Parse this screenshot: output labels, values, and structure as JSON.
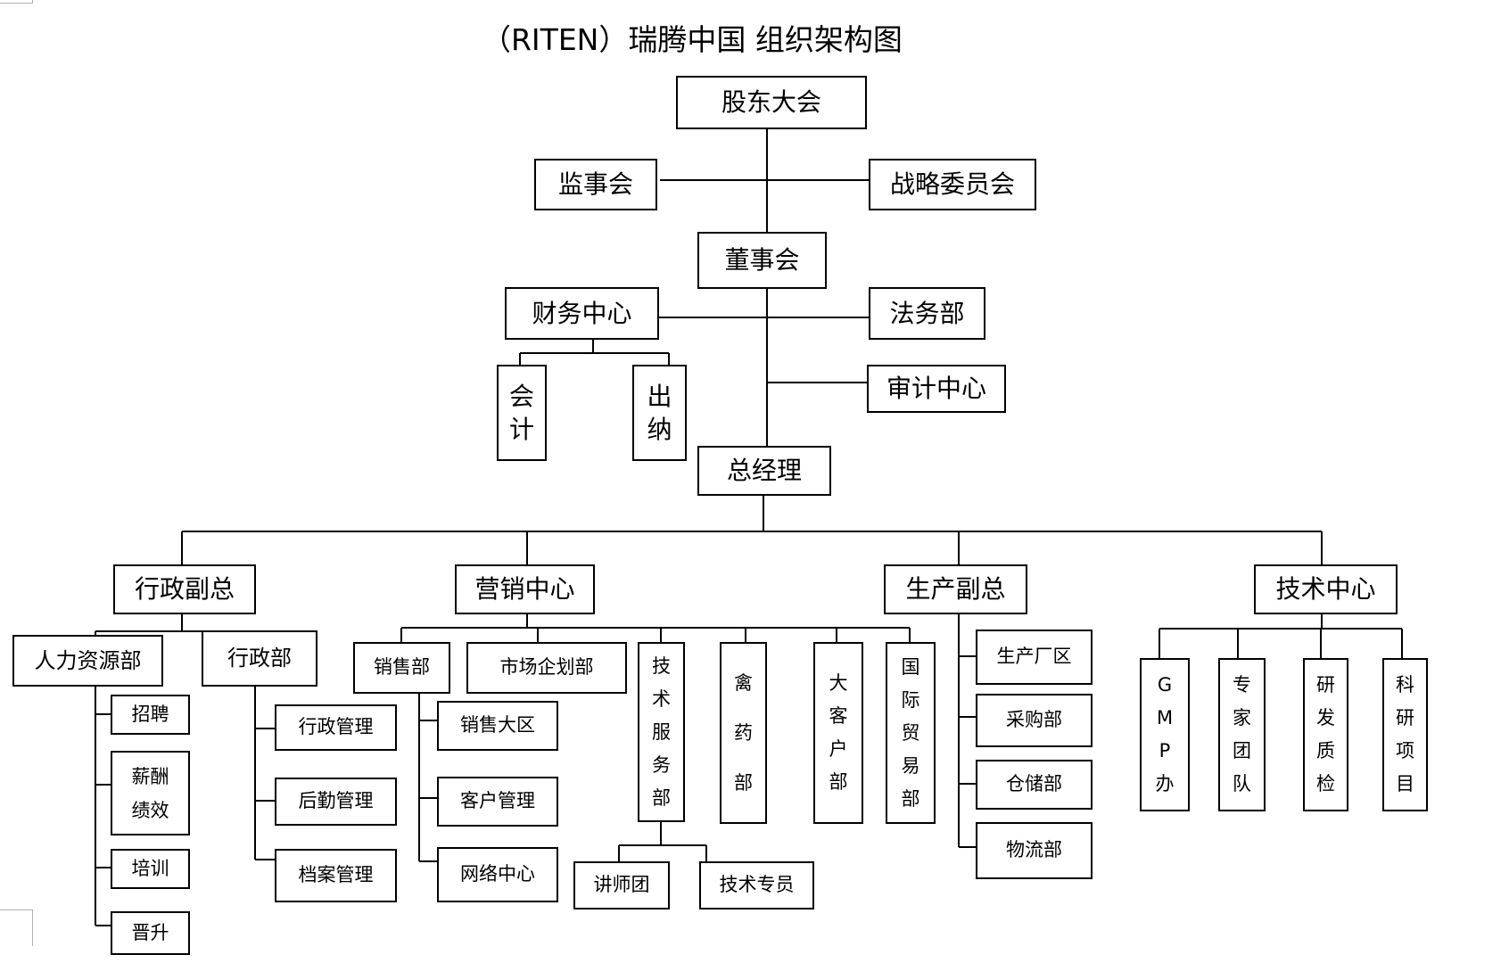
{
  "title": "（RITEN）瑞腾中国 组织架构图",
  "nodes": {
    "shareholders": "股东大会",
    "supervisory_board": "监事会",
    "strategy_committee": "战略委员会",
    "board": "董事会",
    "finance_center": "财务中心",
    "legal": "法务部",
    "accounting": "会计",
    "cashier": "出纳",
    "audit_center": "审计中心",
    "general_manager": "总经理",
    "admin_vp": "行政副总",
    "marketing_center": "营销中心",
    "production_vp": "生产副总",
    "tech_center": "技术中心",
    "hr_dept": "人力资源部",
    "admin_dept": "行政部",
    "recruitment": "招聘",
    "salary_performance": "薪酬绩效",
    "training": "培训",
    "promotion": "晋升",
    "admin_management": "行政管理",
    "logistics_management": "后勤管理",
    "archive_management": "档案管理",
    "sales_dept": "销售部",
    "market_planning": "市场企划部",
    "tech_service_dept": "技术服务部",
    "poultry_medicine_dept": "禽药部",
    "key_account_dept": "大客户部",
    "intl_trade_dept": "国际贸易部",
    "sales_region": "销售大区",
    "customer_management": "客户管理",
    "network_center": "网络中心",
    "lecturer_group": "讲师团",
    "tech_specialist": "技术专员",
    "production_plant": "生产厂区",
    "purchasing": "采购部",
    "warehouse": "仓储部",
    "logistics": "物流部",
    "gmp_office": "GMP办",
    "expert_team": "专家团队",
    "rd_quality": "研发质检",
    "research_projects": "科研项目"
  }
}
